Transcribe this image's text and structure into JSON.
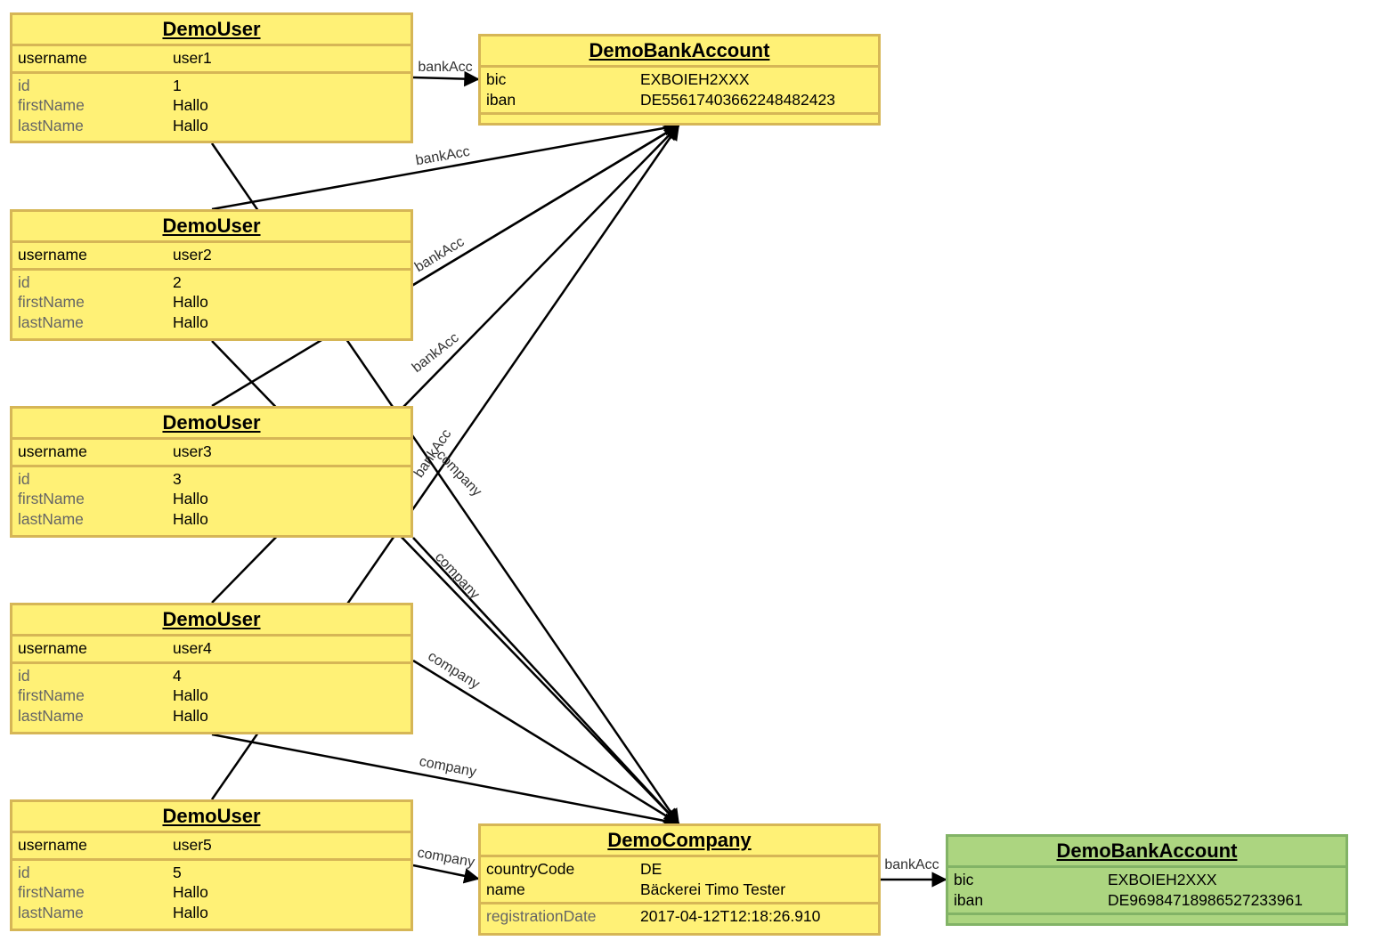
{
  "users": [
    {
      "title": "DemoUser",
      "attributes": [
        {
          "key": "username",
          "value": "user1"
        }
      ],
      "fields": [
        {
          "key": "id",
          "value": "1"
        },
        {
          "key": "firstName",
          "value": "Hallo"
        },
        {
          "key": "lastName",
          "value": "Hallo"
        }
      ]
    },
    {
      "title": "DemoUser",
      "attributes": [
        {
          "key": "username",
          "value": "user2"
        }
      ],
      "fields": [
        {
          "key": "id",
          "value": "2"
        },
        {
          "key": "firstName",
          "value": "Hallo"
        },
        {
          "key": "lastName",
          "value": "Hallo"
        }
      ]
    },
    {
      "title": "DemoUser",
      "attributes": [
        {
          "key": "username",
          "value": "user3"
        }
      ],
      "fields": [
        {
          "key": "id",
          "value": "3"
        },
        {
          "key": "firstName",
          "value": "Hallo"
        },
        {
          "key": "lastName",
          "value": "Hallo"
        }
      ]
    },
    {
      "title": "DemoUser",
      "attributes": [
        {
          "key": "username",
          "value": "user4"
        }
      ],
      "fields": [
        {
          "key": "id",
          "value": "4"
        },
        {
          "key": "firstName",
          "value": "Hallo"
        },
        {
          "key": "lastName",
          "value": "Hallo"
        }
      ]
    },
    {
      "title": "DemoUser",
      "attributes": [
        {
          "key": "username",
          "value": "user5"
        }
      ],
      "fields": [
        {
          "key": "id",
          "value": "5"
        },
        {
          "key": "firstName",
          "value": "Hallo"
        },
        {
          "key": "lastName",
          "value": "Hallo"
        }
      ]
    }
  ],
  "bank_account_1": {
    "title": "DemoBankAccount",
    "attributes": [
      {
        "key": "bic",
        "value": "EXBOIEH2XXX"
      },
      {
        "key": "iban",
        "value": "DE55617403662248482423"
      }
    ]
  },
  "company": {
    "title": "DemoCompany",
    "attributes": [
      {
        "key": "countryCode",
        "value": "DE"
      },
      {
        "key": "name",
        "value": "Bäckerei Timo Tester"
      }
    ],
    "fields": [
      {
        "key": "registrationDate",
        "value": "2017-04-12T12:18:26.910"
      }
    ]
  },
  "bank_account_2": {
    "title": "DemoBankAccount",
    "attributes": [
      {
        "key": "bic",
        "value": "EXBOIEH2XXX"
      },
      {
        "key": "iban",
        "value": "DE96984718986527233961"
      }
    ]
  },
  "edge_labels": {
    "bank": "bankAcc",
    "company": "company"
  },
  "colors": {
    "yellow_fill": "#fff176",
    "yellow_border": "#d6b656",
    "green_fill": "#acd580",
    "green_border": "#82b366",
    "edge": "#000000"
  }
}
